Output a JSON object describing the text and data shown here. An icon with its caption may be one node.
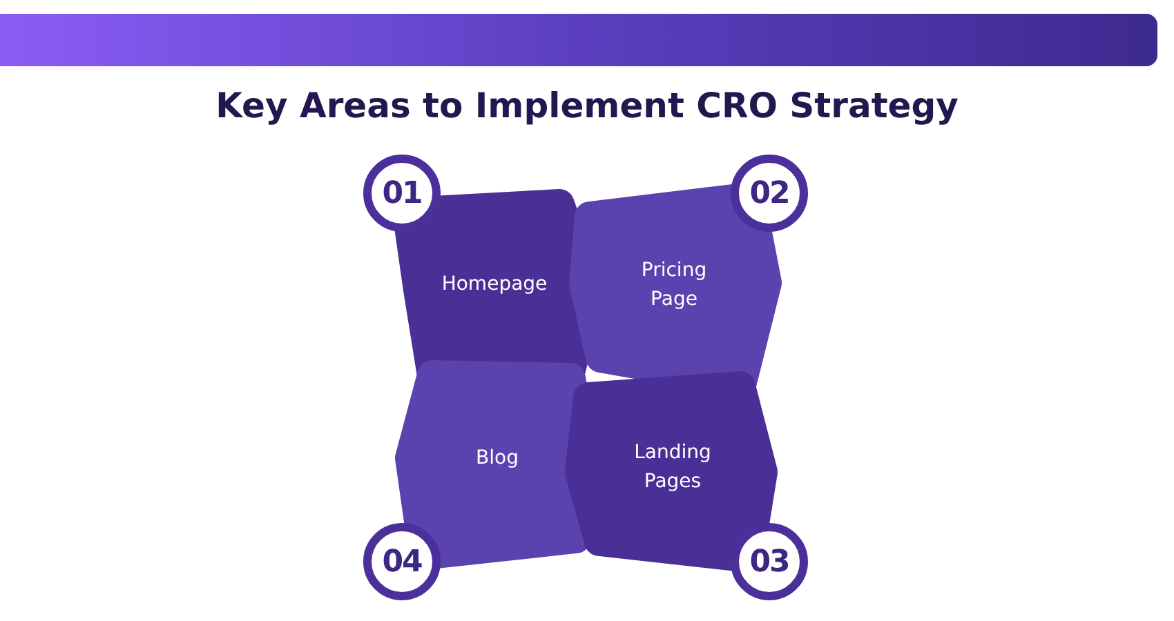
{
  "diagram": {
    "title": "Key Areas to Implement CRO Strategy",
    "nodes": [
      {
        "text": [
          "01"
        ]
      },
      {
        "text": [
          "Homepage"
        ]
      },
      {
        "text": [
          "02"
        ]
      },
      {
        "text": [
          "Pricing Page"
        ]
      },
      {
        "text": [
          "Blog"
        ]
      },
      {
        "text": [
          "Landing Pages"
        ]
      },
      {
        "text": [
          "04"
        ]
      },
      {
        "text": [
          "03"
        ]
      }
    ]
  }
}
